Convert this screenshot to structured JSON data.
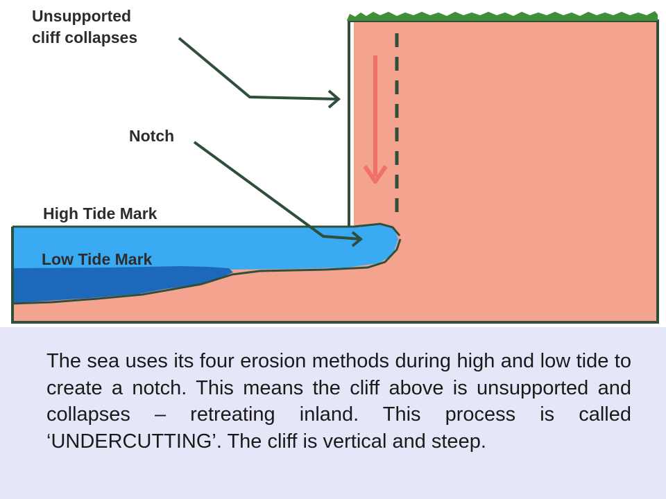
{
  "diagram": {
    "labels": {
      "cliff_collapse": [
        "Unsupported",
        "cliff collapses"
      ],
      "notch": "Notch",
      "high_tide": "High Tide Mark",
      "low_tide": "Low Tide Mark"
    },
    "colors": {
      "rock": "#f4a48e",
      "rock_outline": "#2f4f3a",
      "grass": "#3f8f3a",
      "high_tide_water": "#3aaaf2",
      "low_tide_water": "#1c69bc",
      "collapse_arrow": "#f0706a",
      "annotation_line": "#2f4f3a"
    }
  },
  "caption": "The sea uses its four erosion methods during high and low tide to create a notch. This means the cliff above is unsupported and collapses – retreating inland.  This process is called ‘UNDERCUTTING’. The cliff is vertical and steep."
}
